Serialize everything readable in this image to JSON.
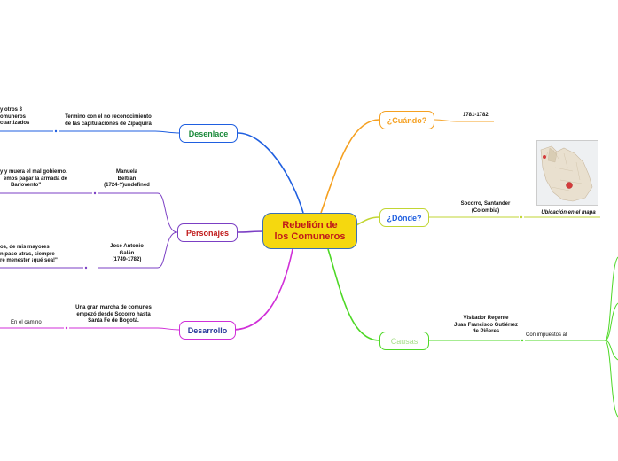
{
  "central": {
    "title_line1": "Rebelión de",
    "title_line2": "los Comuneros"
  },
  "colors": {
    "central_fill": "#f5d80f",
    "central_text": "#c01a1a",
    "desenlace": "#1f5fe0",
    "personajes": "#7b3fc4",
    "desarrollo": "#d02fd8",
    "cuando": "#f5a020",
    "donde": "#c2d633",
    "causas": "#4ed826"
  },
  "branches": {
    "desenlace": {
      "label": "Desenlace",
      "text1": "Termino con el no reconocimiento",
      "text2": "de las capitulaciones de Zipaquirá",
      "cut1": "y otros 3",
      "cut2": "omuneros",
      "cut3": "cuartizados"
    },
    "personajes": {
      "label": "Personajes",
      "manuela": {
        "line1": "Manuela",
        "line2": "Beltrán",
        "line3": "(1724-?)undefined"
      },
      "galan": {
        "line1": "José Antonio",
        "line2": "Galán",
        "line3": "(1749-1782)"
      },
      "quote1_line1": "y y muera el mal gobierno.",
      "quote1_line2": "emos pagar la armada de",
      "quote1_line3": "Barlovento\"",
      "quote2_line1": "os, de mis mayores",
      "quote2_line2": "n paso atrás, siempre",
      "quote2_line3": "re menester ¡qué sea!\""
    },
    "desarrollo": {
      "label": "Desarrollo",
      "text1": "Una gran marcha de comunes",
      "text2": "empezó desde Socorro hasta",
      "text3": "Santa Fe de Bogotá.",
      "camino": "En el camino"
    },
    "cuando": {
      "label": "¿Cuándo?",
      "date": "1781-1782"
    },
    "donde": {
      "label": "¿Dónde?",
      "place1": "Socorro, Santander",
      "place2": "(Colombia)",
      "map_caption": "Ubicación en el mapa"
    },
    "causas": {
      "label": "Causas",
      "person1": "Visitador Regente",
      "person2": "Juan Francisco Gutiérrez",
      "person3": "de Piñeres",
      "taxes": "Con impuestos al"
    }
  }
}
